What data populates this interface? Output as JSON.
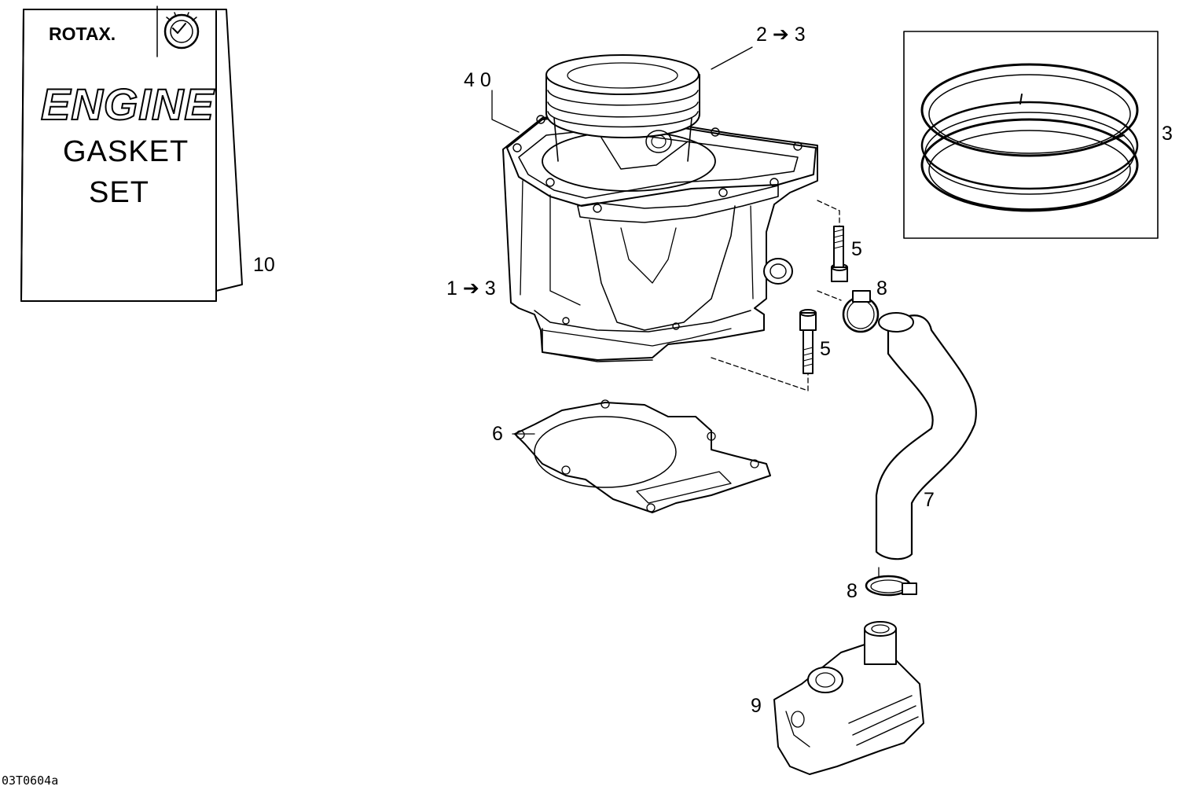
{
  "labels": {
    "l1": "1 ➔ 3",
    "l2": "2 ➔ 3",
    "l3": "3",
    "l4": "4 0",
    "l5a": "5",
    "l5b": "5",
    "l6": "6",
    "l7": "7",
    "l8a": "8",
    "l8b": "8",
    "l9": "9",
    "l10": "10"
  },
  "booklet": {
    "brand": "ROTAX.",
    "line1": "ENGINE",
    "line2": "GASKET",
    "line3": "SET"
  },
  "figure_ref": "03T0604a",
  "colors": {
    "ink": "#000000",
    "paper": "#ffffff"
  }
}
